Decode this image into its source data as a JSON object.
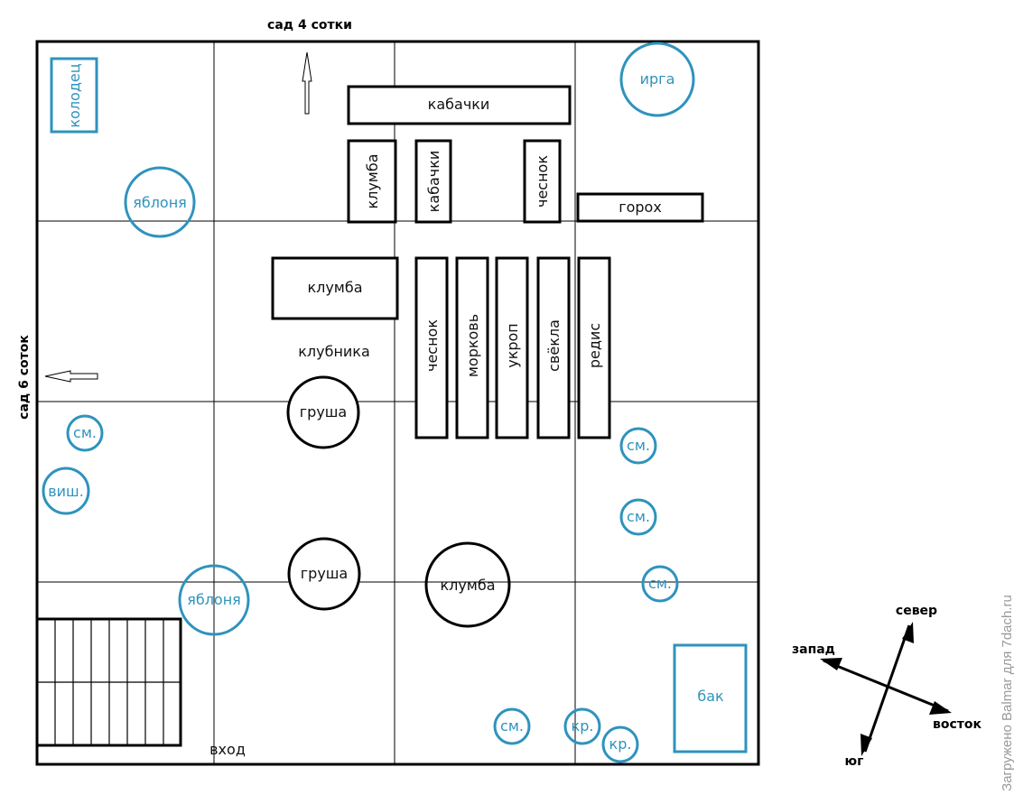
{
  "title": "План участка",
  "colors": {
    "outline": "#000000",
    "trees": "#2e93bd",
    "background": "#ffffff",
    "watermark": "#9a9a9a"
  },
  "neighbors": {
    "north": "сад 4 сотки",
    "west": "сад 6 соток"
  },
  "entrance": "вход",
  "beds": {
    "kabachki_long": "кабачки",
    "klumba_vertical": "клумба",
    "kabachki_vertical": "кабачки",
    "chesnok_top": "чеснок",
    "gorokh": "горох",
    "klumba_rect": "клумба",
    "klubnika": "клубника",
    "rows": [
      "чеснок",
      "морковь",
      "укроп",
      "свёкла",
      "редис"
    ]
  },
  "round_black": {
    "grusha_1": "груша",
    "grusha_2": "груша",
    "klumba_round": "клумба"
  },
  "blue_objects": {
    "kolodets": "колодец",
    "yablonya_1": "яблоня",
    "yablonya_2": "яблоня",
    "irga": "ирга",
    "bak": "бак",
    "vish": "виш.",
    "shrubs": [
      "см.",
      "см.",
      "см.",
      "см.",
      "см.",
      "кр.",
      "кр."
    ]
  },
  "compass": {
    "north": "север",
    "south": "юг",
    "west": "запад",
    "east": "восток"
  },
  "watermark": "Загружено Balmar для 7dach.ru"
}
